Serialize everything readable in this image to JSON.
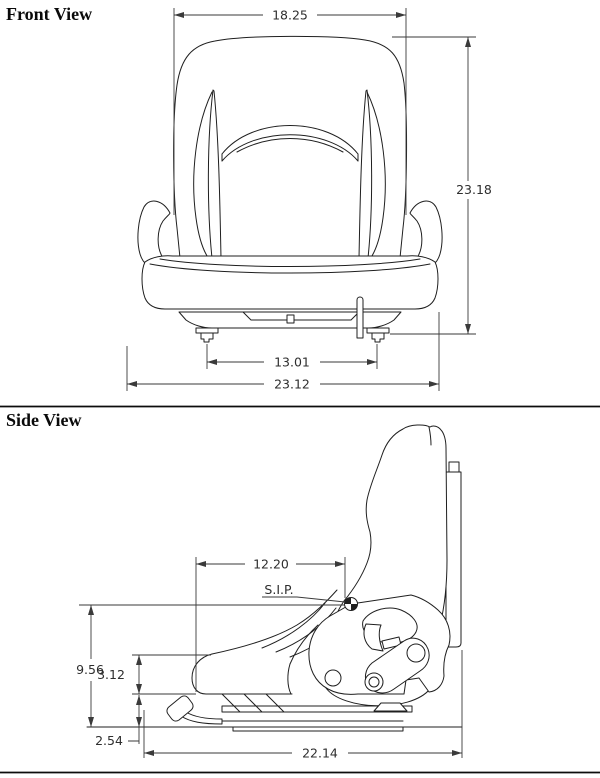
{
  "colors": {
    "background": "#ffffff",
    "line": "#1f1f1f",
    "dimension": "#3a3a3a"
  },
  "front_view": {
    "title": "Front View",
    "dims": {
      "backrest_width": "18.25",
      "overall_height": "23.18",
      "mount_spacing": "13.01",
      "overall_width": "23.12"
    }
  },
  "side_view": {
    "title": "Side View",
    "sip_label": "S.I.P.",
    "dims": {
      "sip_setback": "12.20",
      "sip_height": "9.56",
      "cushion_front_height": "3.12",
      "rail_height": "2.54",
      "overall_depth": "22.14"
    }
  }
}
